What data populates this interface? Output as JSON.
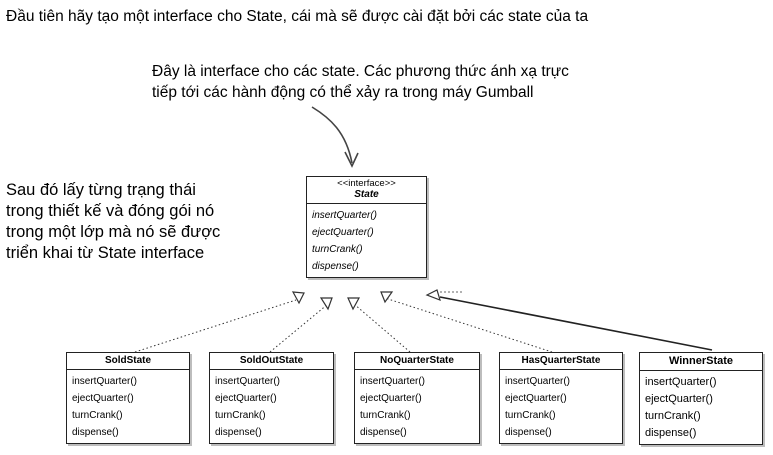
{
  "annotations": {
    "heading": "Đầu tiên hãy tạo một interface cho State, cái mà sẽ được cài đặt bởi các state của ta",
    "interface_note": "Đây là interface cho các state. Các phương thức ánh xạ trực\ntiếp tới các hành động có thể xảy ra trong máy Gumball",
    "left_note": "Sau đó lấy từng trạng thái\ntrong thiết kế và đóng gói nó\ntrong một lớp mà nó sẽ được\ntriển khai từ State interface"
  },
  "interface": {
    "stereotype": "<<interface>>",
    "name": "State",
    "methods": [
      "insertQuarter()",
      "ejectQuarter()",
      "turnCrank()",
      "dispense()"
    ]
  },
  "classes": [
    {
      "name": "SoldState",
      "methods": [
        "insertQuarter()",
        "ejectQuarter()",
        "turnCrank()",
        "dispense()"
      ]
    },
    {
      "name": "SoldOutState",
      "methods": [
        "insertQuarter()",
        "ejectQuarter()",
        "turnCrank()",
        "dispense()"
      ]
    },
    {
      "name": "NoQuarterState",
      "methods": [
        "insertQuarter()",
        "ejectQuarter()",
        "turnCrank()",
        "dispense()"
      ]
    },
    {
      "name": "HasQuarterState",
      "methods": [
        "insertQuarter()",
        "ejectQuarter()",
        "turnCrank()",
        "dispense()"
      ]
    },
    {
      "name": "WinnerState",
      "methods": [
        "insertQuarter()",
        "ejectQuarter()",
        "turnCrank()",
        "dispense()"
      ]
    }
  ]
}
